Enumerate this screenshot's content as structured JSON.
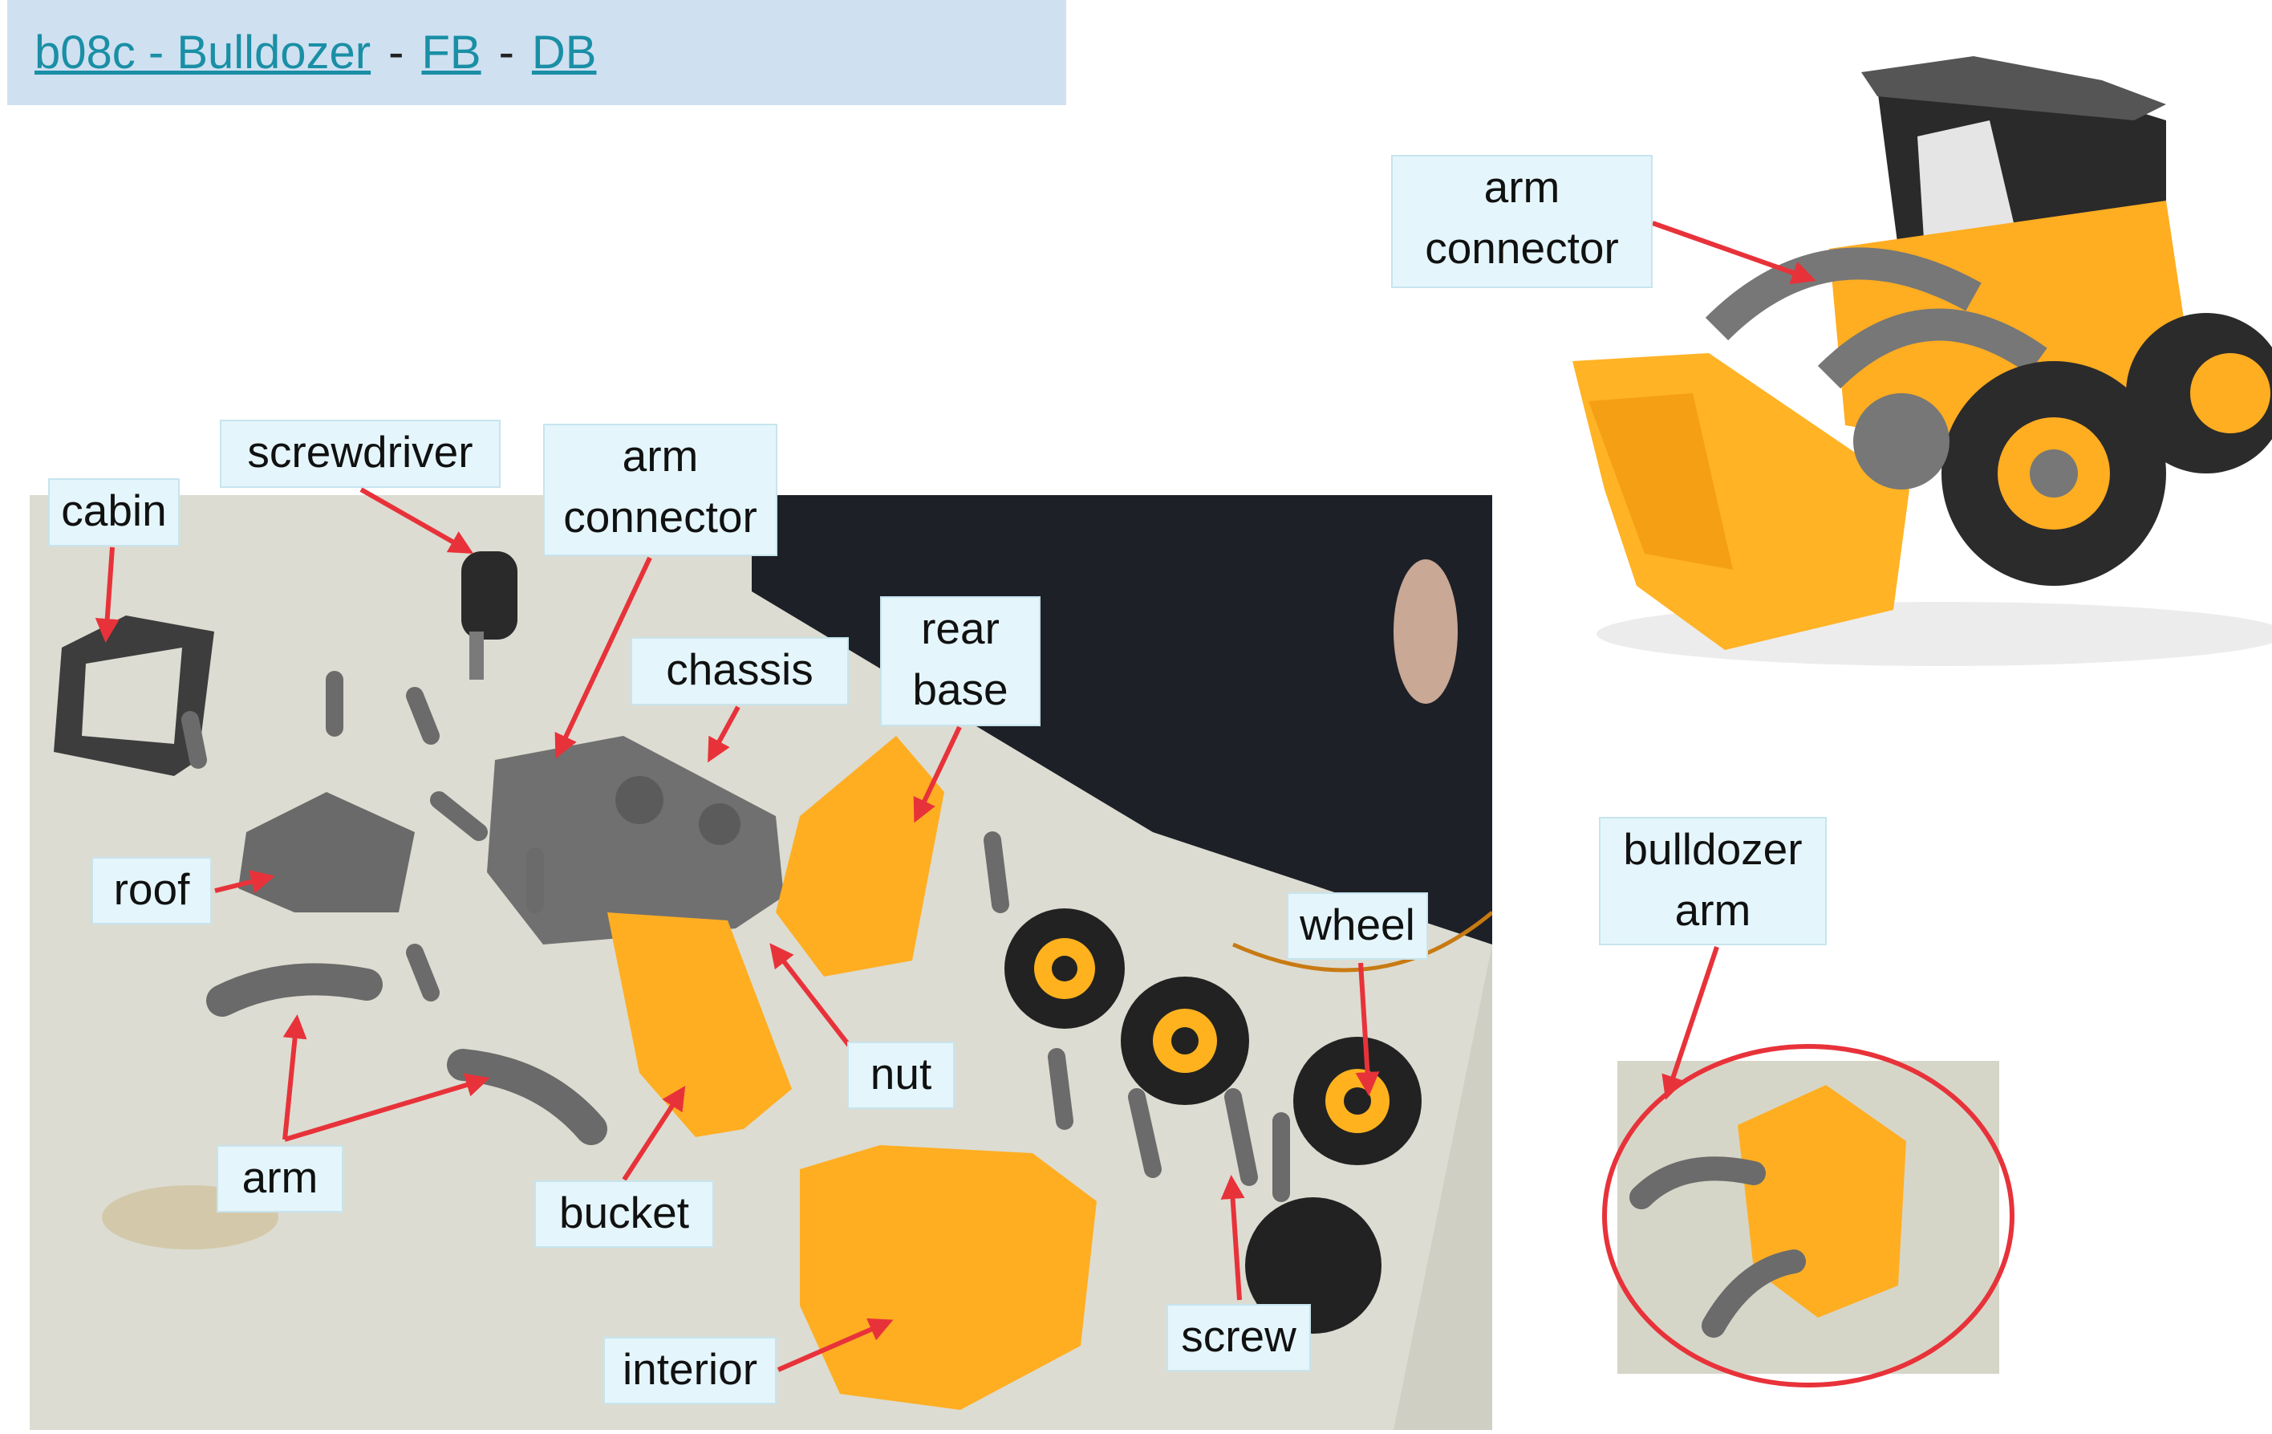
{
  "header": {
    "title_link": "b08c - Bulldozer",
    "sep1": "-",
    "fb_link": "FB",
    "sep2": "-",
    "db_link": "DB"
  },
  "labels": {
    "cabin": "cabin",
    "screwdriver": "screwdriver",
    "arm_connector_main_1": "arm",
    "arm_connector_main_2": "connector",
    "chassis": "chassis",
    "rear_base_1": "rear",
    "rear_base_2": "base",
    "roof": "roof",
    "arm": "arm",
    "bucket": "bucket",
    "nut": "nut",
    "wheel": "wheel",
    "screw": "screw",
    "interior": "interior",
    "arm_connector_top_1": "arm",
    "arm_connector_top_2": "connector",
    "bulldozer_arm_1": "bulldozer",
    "bulldozer_arm_2": "arm"
  },
  "colors": {
    "label_bg": "#e4f6fb",
    "arrow": "#e8323a",
    "link": "#1a8fa5",
    "header_bg": "#cfe0f1",
    "plastic_yellow": "#ffad21",
    "plastic_grey": "#6f6f6f"
  }
}
